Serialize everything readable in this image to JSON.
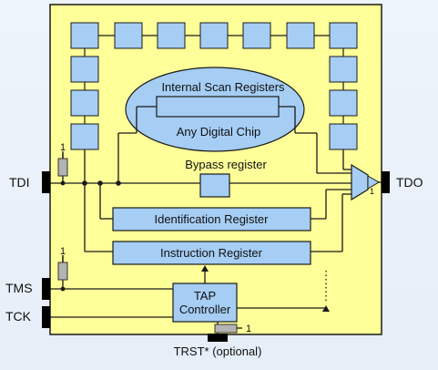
{
  "colors": {
    "chip_fill": "#ffff99",
    "block_fill": "#a6cdf4",
    "block_stroke": "#1a1a1a",
    "wire": "#1a1a1a",
    "pin": "#000000",
    "resistor": "#b3b3b3",
    "mux_fill": "#a6cdf4"
  },
  "labels": {
    "internal_scan_registers": "Internal Scan Registers",
    "any_digital_chip": "Any Digital Chip",
    "bypass_register": "Bypass register",
    "identification_register": "Identification Register",
    "instruction_register": "Instruction Register",
    "tap_controller_line1": "TAP",
    "tap_controller_line2": "Controller",
    "resistor_value": "1",
    "mux_select": "1"
  },
  "pins": {
    "tdi": "TDI",
    "tdo": "TDO",
    "tms": "TMS",
    "tck": "TCK",
    "trst": "TRST* (optional)"
  },
  "icons": {
    "mux": "multiplexer-icon",
    "buffer": "tristate-buffer-icon",
    "resistor": "pullup-resistor-icon"
  }
}
